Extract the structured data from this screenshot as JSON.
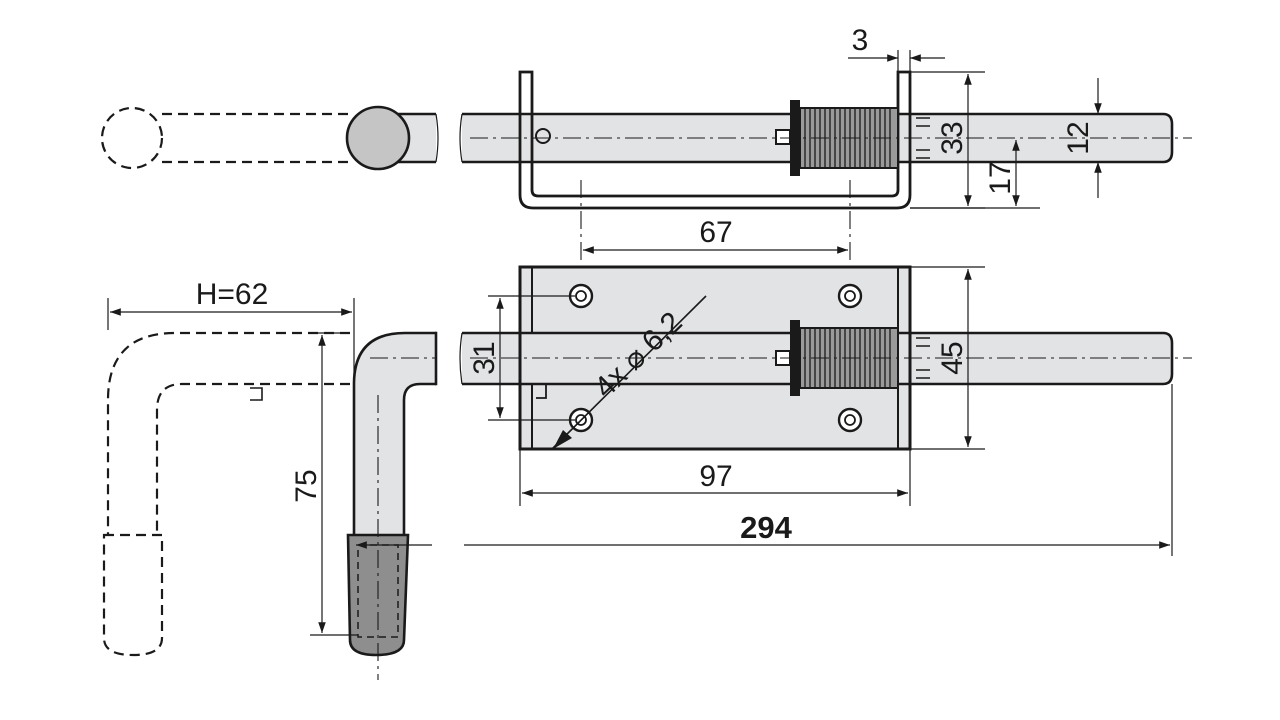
{
  "diagram": {
    "colors": {
      "line": "#1a1a1a",
      "steel": "#e2e3e5",
      "grip": "#8e8e8e",
      "background": "#ffffff"
    },
    "dimensions": {
      "gap_width": "3",
      "rod_height_total": "33",
      "rod_diameter": "12",
      "bracket_offset": "17",
      "hole_spacing": "67",
      "handle_height_label": "H=62",
      "plate_inner": "31",
      "hole_callout": "4x ⌀ 6,2",
      "plate_height": "45",
      "handle_length": "75",
      "plate_width": "97",
      "overall_length": "294"
    }
  }
}
